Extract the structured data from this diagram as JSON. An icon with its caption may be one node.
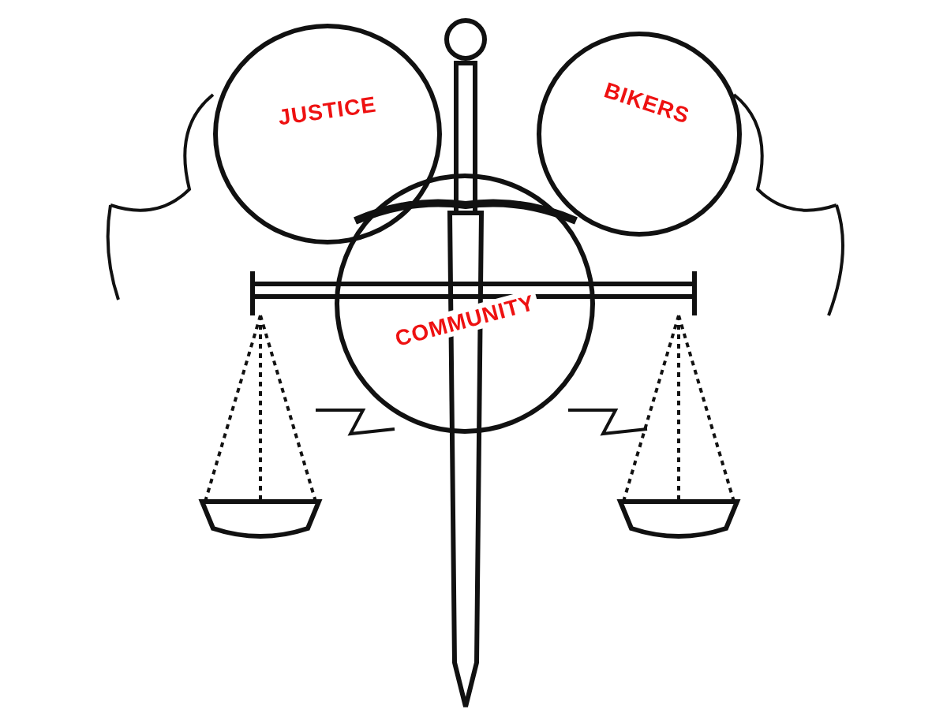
{
  "diagram": {
    "nodes": [
      {
        "text": [
          "JUSTICE"
        ]
      },
      {
        "text": [
          "BIKERS"
        ]
      },
      {
        "text": [
          "COMMUNITY"
        ]
      }
    ]
  }
}
